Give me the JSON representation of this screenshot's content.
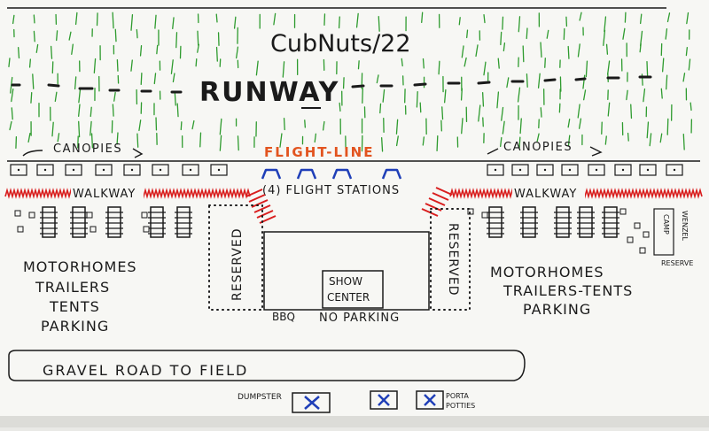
{
  "title": "CubNuts/22",
  "runway_label": "RUNWAY",
  "flight_line_label": "FLIGHT-LINE",
  "canopies_left": "CANOPIES",
  "canopies_right": "CANOPIES",
  "walkway_left": "WALKWAY",
  "walkway_right": "WALKWAY",
  "flight_stations": "(4) FLIGHT STATIONS",
  "reserved_left": "RESERVED",
  "reserved_right": "RESERVED",
  "show_center": [
    "SHOW",
    "CENTER"
  ],
  "bbq": "BBQ",
  "no_parking": "NO PARKING",
  "camp_wenzel": [
    "CAMP",
    "WENZEL"
  ],
  "reserved_small": "RESERVE",
  "left_parking": [
    "MOTORHOMES",
    "TRAILERS",
    "TENTS",
    "PARKING"
  ],
  "right_parking": [
    "MOTORHOMES",
    "TRAILERS-TENTS",
    "PARKING"
  ],
  "gravel_road": "GRAVEL ROAD TO FIELD",
  "dumpster": "DUMPSTER",
  "porta_potties": [
    "PORTA",
    "POTTIES"
  ],
  "colors": {
    "grass": "#2e9b2e",
    "walkway": "#d91e1e",
    "flight_line": "#e2541f",
    "stations": "#1f3fb8",
    "ink": "#1a1a1a",
    "paper": "#f7f7f4"
  }
}
